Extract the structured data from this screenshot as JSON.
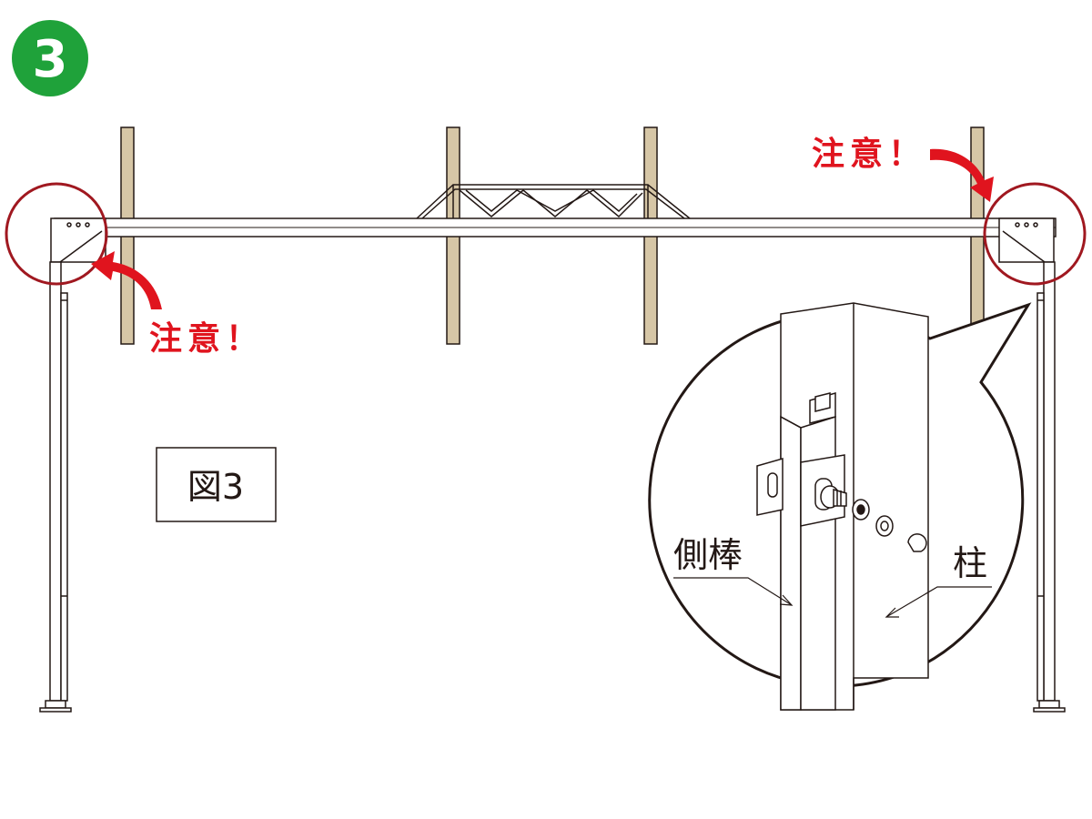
{
  "step": {
    "number": "3",
    "badge_color": "#1fa23a"
  },
  "warnings": [
    {
      "text": "注意！"
    },
    {
      "text": "注意！"
    }
  ],
  "warning_color": "#e0141e",
  "figure_label": "図3",
  "parts": {
    "side_bar": "側棒",
    "post": "柱"
  },
  "colors": {
    "wood": "#d6c6a6",
    "line": "#231815",
    "circle": "#a01820"
  }
}
